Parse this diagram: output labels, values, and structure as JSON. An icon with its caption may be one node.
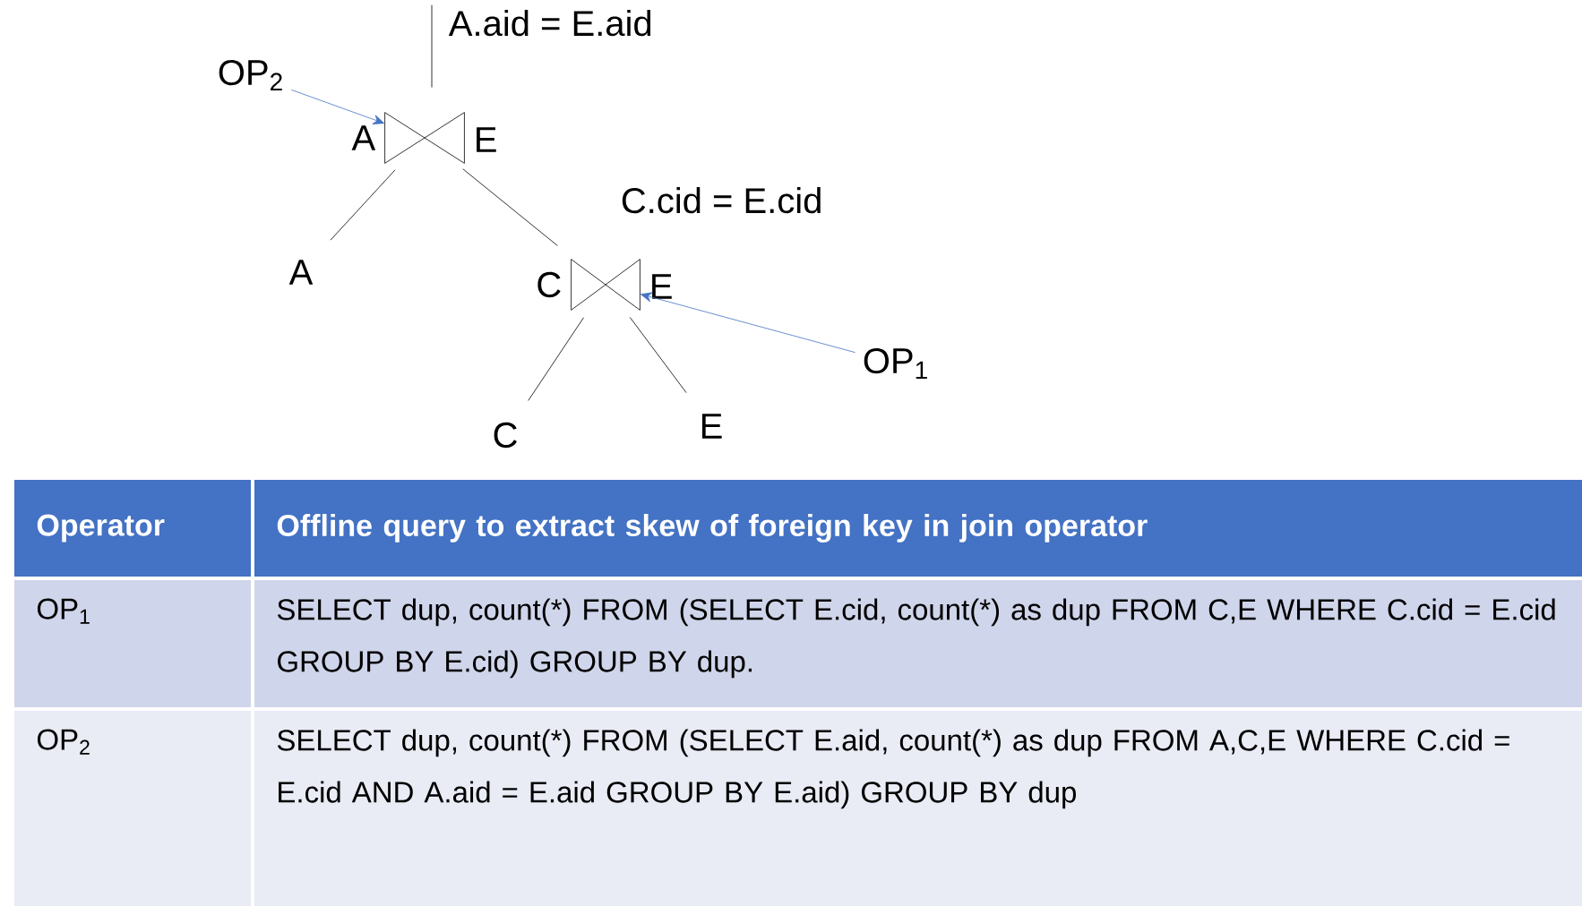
{
  "diagram": {
    "nodes": [
      {
        "text": [],
        "shape": "bowtie",
        "beside": [
          "A",
          "E",
          "A.aid = E.aid"
        ]
      },
      {
        "text": [
          "A"
        ]
      },
      {
        "text": [],
        "shape": "bowtie",
        "beside": [
          "C",
          "E",
          "C.cid = E.cid"
        ]
      },
      {
        "text": [
          "C"
        ]
      },
      {
        "text": [
          "E"
        ]
      },
      {
        "text": [
          "OP$_{2}$"
        ]
      },
      {
        "text": [
          "OP$_{1}$"
        ]
      }
    ],
    "edges": [
      {
        "from": null,
        "to": 0,
        "arrow": "none"
      },
      {
        "from": 0,
        "to": 1,
        "arrow": "none"
      },
      {
        "from": 0,
        "to": 2,
        "arrow": "none"
      },
      {
        "from": 2,
        "to": 3,
        "arrow": "none"
      },
      {
        "from": 2,
        "to": 4,
        "arrow": "none"
      },
      {
        "from": 5,
        "to": 0,
        "arrow": "to",
        "color": "#4472c4"
      },
      {
        "from": 6,
        "to": 2,
        "arrow": "to",
        "color": "#4472c4"
      }
    ],
    "labels": [
      "Operator",
      "Offline query to extract skew of foreign key in join operator",
      "OP$_{1}$",
      "SELECT dup, count(*) FROM (SELECT E.cid, count(*) as dup FROM C,E WHERE C.cid = E.cid GROUP BY E.cid) GROUP BY dup.",
      "OP$_{2}$",
      "SELECT dup, count(*) FROM (SELECT E.aid, count(*) as dup FROM A,C,E WHERE C.cid = E.cid AND A.aid = E.aid GROUP BY E.aid) GROUP BY dup"
    ]
  }
}
